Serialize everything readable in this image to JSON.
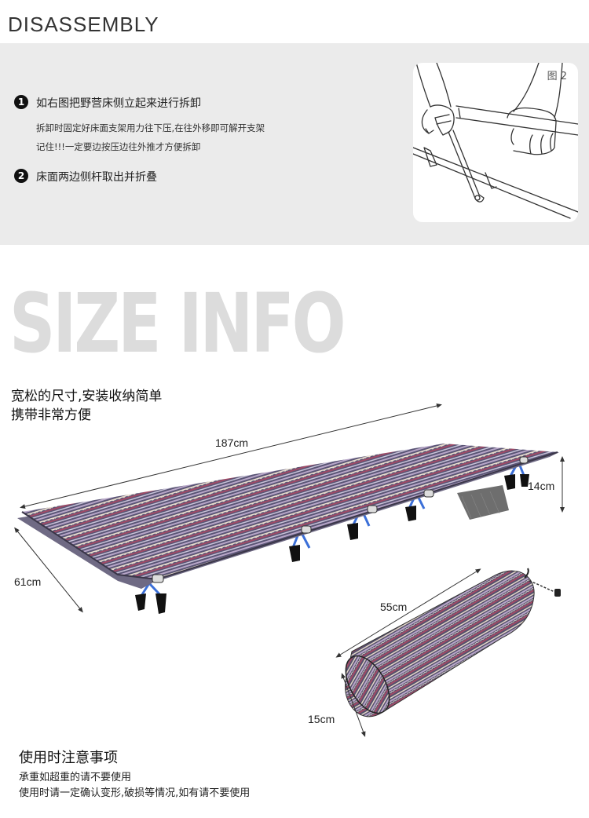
{
  "header": {
    "title": "DISASSEMBLY"
  },
  "disassembly": {
    "steps": [
      {
        "number": "1",
        "text": "如右图把野营床侧立起来进行拆卸",
        "details": [
          "拆卸时固定好床面支架用力往下压,在往外移即可解开支架",
          "记住!!!一定要边按压边往外推才方便拆卸"
        ]
      },
      {
        "number": "2",
        "text": "床面两边侧杆取出并折叠"
      }
    ],
    "figure_label": "图 2"
  },
  "size_info": {
    "title": "SIZE INFO",
    "subtitle_lines": [
      "宽松的尺寸,安装收纳简单",
      "携带非常方便"
    ],
    "dimensions": {
      "length": "187cm",
      "height": "14cm",
      "width": "61cm",
      "bag_length": "55cm",
      "bag_diameter": "15cm"
    }
  },
  "notes": {
    "title": "使用时注意事项",
    "lines": [
      "承重如超重的请不要使用",
      "使用时请一定确认变形,破损等情况,如有请不要使用"
    ]
  },
  "colors": {
    "panel_bg": "#ebebeb",
    "title_gray": "#dcdcdc",
    "fabric_base": "#5a5575",
    "frame_blue": "#3b6fd8"
  }
}
